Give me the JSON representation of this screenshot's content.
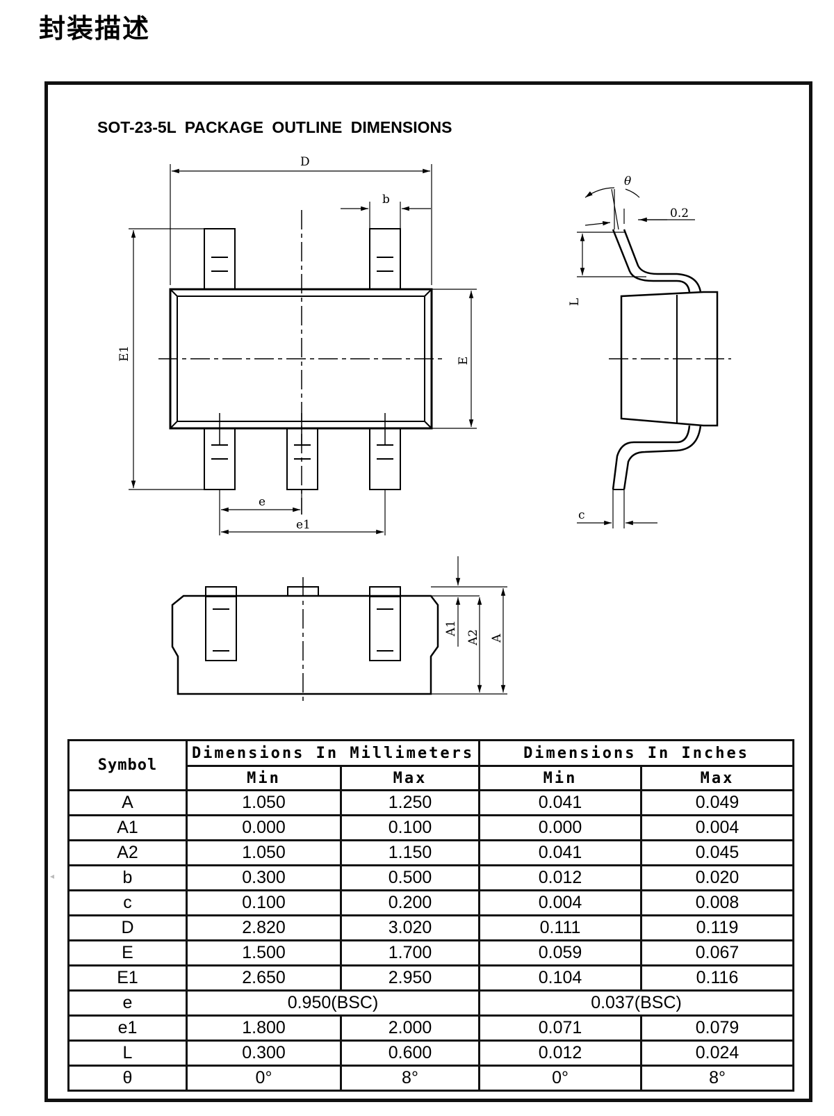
{
  "page": {
    "title": "封装描述"
  },
  "package": {
    "title": "SOT-23-5L  PACKAGE  OUTLINE  DIMENSIONS"
  },
  "drawing_labels": {
    "D": "D",
    "b": "b",
    "E1": "E1",
    "E": "E",
    "e": "e",
    "e1": "e1",
    "theta": "θ",
    "gauge": "0.2",
    "L": "L",
    "c": "c",
    "A1": "A1",
    "A2": "A2",
    "A": "A"
  },
  "table": {
    "symbol_header": "Symbol",
    "mm_header": "Dimensions In Millimeters",
    "inch_header": "Dimensions In Inches",
    "min_label": "Min",
    "max_label": "Max",
    "rows": [
      {
        "symbol": "A",
        "mm_min": "1.050",
        "mm_max": "1.250",
        "in_min": "0.041",
        "in_max": "0.049"
      },
      {
        "symbol": "A1",
        "mm_min": "0.000",
        "mm_max": "0.100",
        "in_min": "0.000",
        "in_max": "0.004"
      },
      {
        "symbol": "A2",
        "mm_min": "1.050",
        "mm_max": "1.150",
        "in_min": "0.041",
        "in_max": "0.045"
      },
      {
        "symbol": "b",
        "mm_min": "0.300",
        "mm_max": "0.500",
        "in_min": "0.012",
        "in_max": "0.020"
      },
      {
        "symbol": "c",
        "mm_min": "0.100",
        "mm_max": "0.200",
        "in_min": "0.004",
        "in_max": "0.008"
      },
      {
        "symbol": "D",
        "mm_min": "2.820",
        "mm_max": "3.020",
        "in_min": "0.111",
        "in_max": "0.119"
      },
      {
        "symbol": "E",
        "mm_min": "1.500",
        "mm_max": "1.700",
        "in_min": "0.059",
        "in_max": "0.067"
      },
      {
        "symbol": "E1",
        "mm_min": "2.650",
        "mm_max": "2.950",
        "in_min": "0.104",
        "in_max": "0.116"
      },
      {
        "symbol": "e",
        "mm_bsc": "0.950(BSC)",
        "in_bsc": "0.037(BSC)"
      },
      {
        "symbol": "e1",
        "mm_min": "1.800",
        "mm_max": "2.000",
        "in_min": "0.071",
        "in_max": "0.079"
      },
      {
        "symbol": "L",
        "mm_min": "0.300",
        "mm_max": "0.600",
        "in_min": "0.012",
        "in_max": "0.024"
      },
      {
        "symbol": "θ",
        "mm_min": "0°",
        "mm_max": "8°",
        "in_min": "0°",
        "in_max": "8°"
      }
    ]
  }
}
